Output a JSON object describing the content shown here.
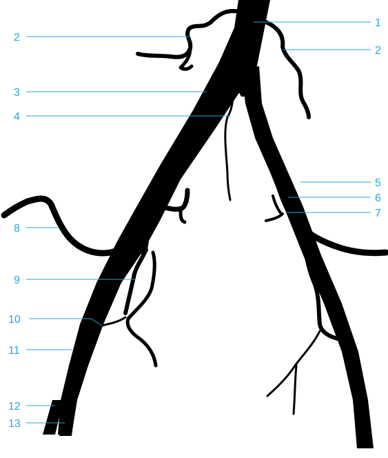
{
  "diagram": {
    "labels": {
      "l1": "1",
      "l2_left": "2",
      "l2_right": "2",
      "l3": "3",
      "l4": "4",
      "l5": "5",
      "l6": "6",
      "l7": "7",
      "l8": "8",
      "l9": "9",
      "l10": "10",
      "l11": "11",
      "l12": "12",
      "l13": "13"
    },
    "colors": {
      "vessel": "#000000",
      "label": "#2aa6d8",
      "background": "#ffffff"
    }
  }
}
